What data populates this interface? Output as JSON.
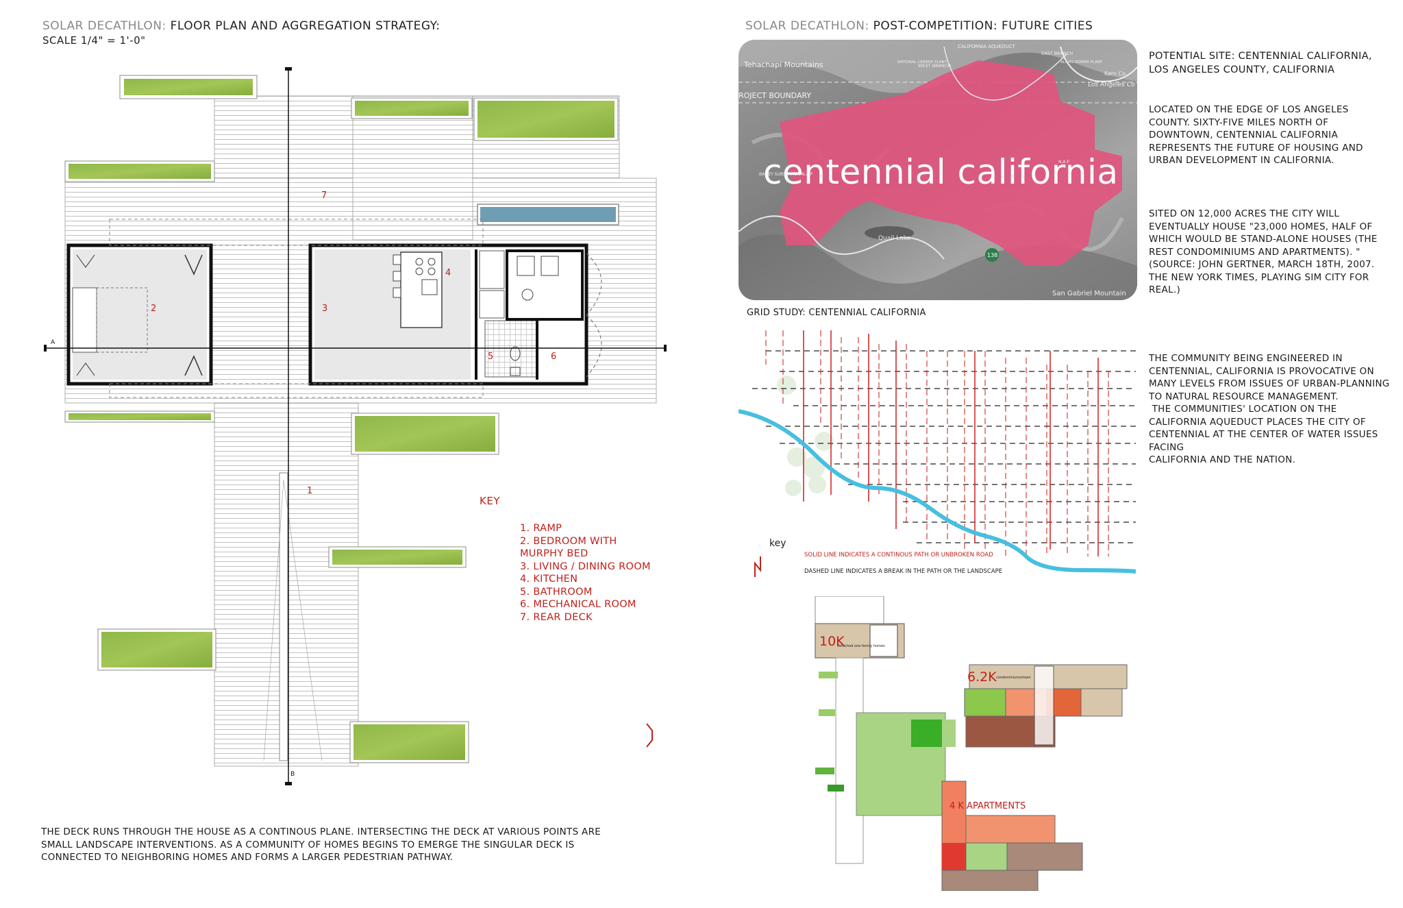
{
  "left": {
    "header_prefix": "SOLAR DECATHLON:",
    "header_title": "FLOOR PLAN AND AGGREGATION STRATEGY:",
    "scale": "SCALE  1/4\" = 1'-0\"",
    "plan_labels": {
      "ramp": "1",
      "bedroom": "2",
      "living": "3",
      "kitchen": "4",
      "bathroom": "5",
      "mechanical": "6",
      "rear_deck": "7",
      "section_a": "A",
      "section_b": "B"
    },
    "key_title": "KEY",
    "key_items": [
      "1. RAMP",
      "2. BEDROOM WITH MURPHY BED",
      "3. LIVING / DINING ROOM",
      "4. KITCHEN",
      "5. BATHROOM",
      "6. MECHANICAL ROOM",
      "7. REAR DECK"
    ],
    "description": "THE DECK RUNS THROUGH THE HOUSE AS A CONTINOUS PLANE. INTERSECTING THE DECK AT VARIOUS POINTS ARE SMALL LANDSCAPE INTERVENTIONS. AS A COMMUNITY OF HOMES BEGINS TO EMERGE THE SINGULAR DECK IS CONNECTED TO NEIGHBORING HOMES AND FORMS A LARGER PEDESTRIAN PATHWAY."
  },
  "right": {
    "header_prefix": "SOLAR DECATHLON:",
    "header_title": "POST-COMPETITION: FUTURE CITIES",
    "map": {
      "big_label": "centennial california",
      "labels": {
        "tehachapi": "Tehachapi Mountains",
        "project_boundary": "ROJECT BOUNDARY",
        "aqueduct": "CALIFORNIA AQUEDUCT",
        "east_branch": "EAST BRANCH",
        "west_branch": "WEST BRANCH",
        "cement_plant": "NATIONAL CEMENT PLANT",
        "power_plant": "ALAMO POWER PLANT",
        "kern": "Kern Co",
        "la_county": "Los Angeles Co",
        "quail_lake": "Quail Lake",
        "route": "138",
        "san_gabriel": "San Gabriel Mountain",
        "nap": "N.A.P",
        "substation": "BAILEY SUBSTATION N.A.P"
      }
    },
    "site_title": "POTENTIAL SITE: CENTENNIAL CALIFORNIA, LOS ANGELES COUNTY, CALIFORNIA",
    "site_para1": "LOCATED ON THE EDGE OF LOS ANGELES COUNTY. SIXTY-FIVE MILES NORTH OF DOWNTOWN, CENTENNIAL CALIFORNIA REPRESENTS THE FUTURE OF HOUSING AND URBAN DEVELOPMENT IN CALIFORNIA.",
    "site_para2": "SITED ON 12,000 ACRES THE CITY WILL EVENTUALLY HOUSE \"23,000 HOMES, HALF OF WHICH WOULD BE STAND-ALONE HOUSES (THE REST CONDOMINIUMS AND APARTMENTS). \" (SOURCE: JOHN GERTNER, MARCH 18TH, 2007. THE NEW YORK TIMES, PLAYING SIM CITY FOR REAL.)",
    "grid_title": "GRID STUDY: CENTENNIAL CALIFORNIA",
    "grid_key": "key",
    "grid_solid": "SOLID LINE INDICATES A CONTINOUS PATH OR UNBROKEN ROAD",
    "grid_dashed": "DASHED LINE INDICATES A BREAK IN THE PATH OR THE LANDSCAPE",
    "community_para1": "THE COMMUNITY BEING ENGINEERED IN CENTENNIAL, CALIFORNIA IS PROVOCATIVE ON MANY LEVELS FROM ISSUES OF URBAN-PLANNING TO NATURAL RESOURCE MANAGEMENT.",
    "community_para2": " THE COMMUNITIES' LOCATION ON THE CALIFORNIA AQUEDUCT PLACES THE CITY OF CENTENNIAL AT THE CENTER OF WATER ISSUES FACING",
    "community_para3": "CALIFORNIA AND THE NATION.",
    "aggregation": {
      "detached_count": "10K",
      "detached_label": "detached one family homes",
      "condo_count": "6.2K",
      "condo_label": "condominiums/town",
      "apartments": "4 K APARTMENTS"
    }
  },
  "colors": {
    "accent_red": "#c0201a",
    "grass": "#97bc45",
    "map_pink": "#e0557e",
    "aqueduct_blue": "#47bfe0"
  }
}
